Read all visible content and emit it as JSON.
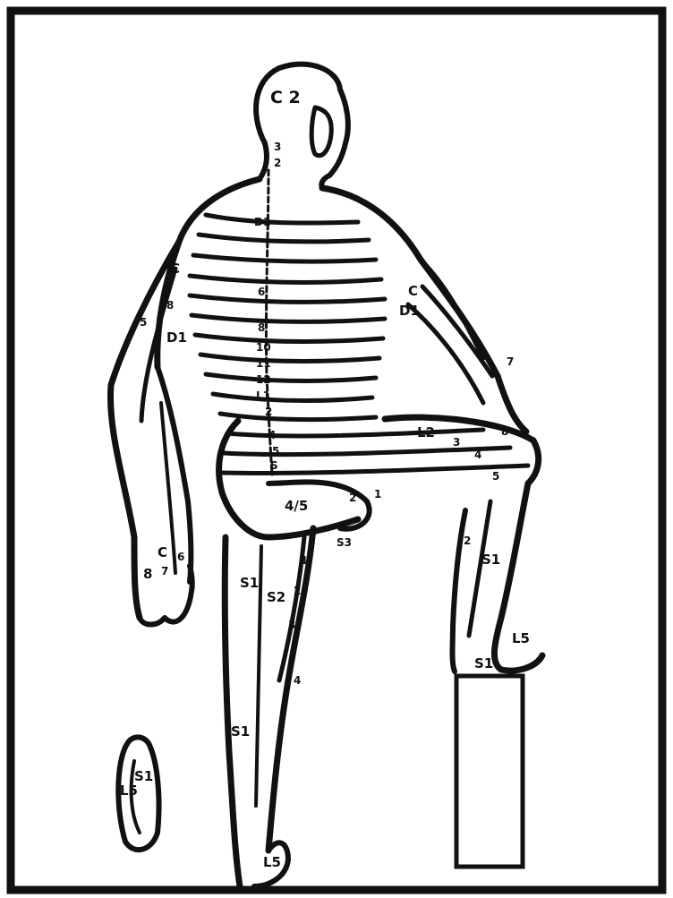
{
  "colors": {
    "ink": "#111111",
    "paper": "#ffffff"
  },
  "labels": {
    "head_c2": "C 2",
    "neck_3": "3",
    "neck_2": "2",
    "spine_d1": "D1",
    "spine_6": "6",
    "spine_8": "8",
    "spine_10": "10",
    "spine_11": "11",
    "spine_12": "12",
    "spine_l1": "L1",
    "spine_l2": "2",
    "spine_l4": "4",
    "spine_l5": "5",
    "sacral_s": "S",
    "left_arm_c": "C",
    "left_arm_8": "8",
    "left_arm_d1": "D1",
    "left_arm_5": "5",
    "hand_c": "C",
    "hand_6": "6",
    "hand_8": "8",
    "hand_7": "7",
    "right_arm_c": "C",
    "right_arm_d1": "D1",
    "right_arm_7": "7",
    "right_arm_8": "8",
    "thigh_l2": "L2",
    "thigh_3": "3",
    "thigh_4": "4",
    "thigh_5": "5",
    "buttock_45": "4/5",
    "buttock_2": "2",
    "buttock_1": "1",
    "sacral_s3": "S3",
    "right_leg_2": "2",
    "right_leg_s1": "S1",
    "foot_l5": "L5",
    "foot_s1": "S1",
    "left_leg_s1": "S1",
    "left_leg_s2": "S2",
    "left_leg_1": "1",
    "left_leg_2": "2",
    "left_leg_3": "3",
    "left_leg_4": "4",
    "calf_s1": "S1",
    "heel_l5": "L5",
    "sole_s1": "S1",
    "sole_l5": "L5"
  }
}
